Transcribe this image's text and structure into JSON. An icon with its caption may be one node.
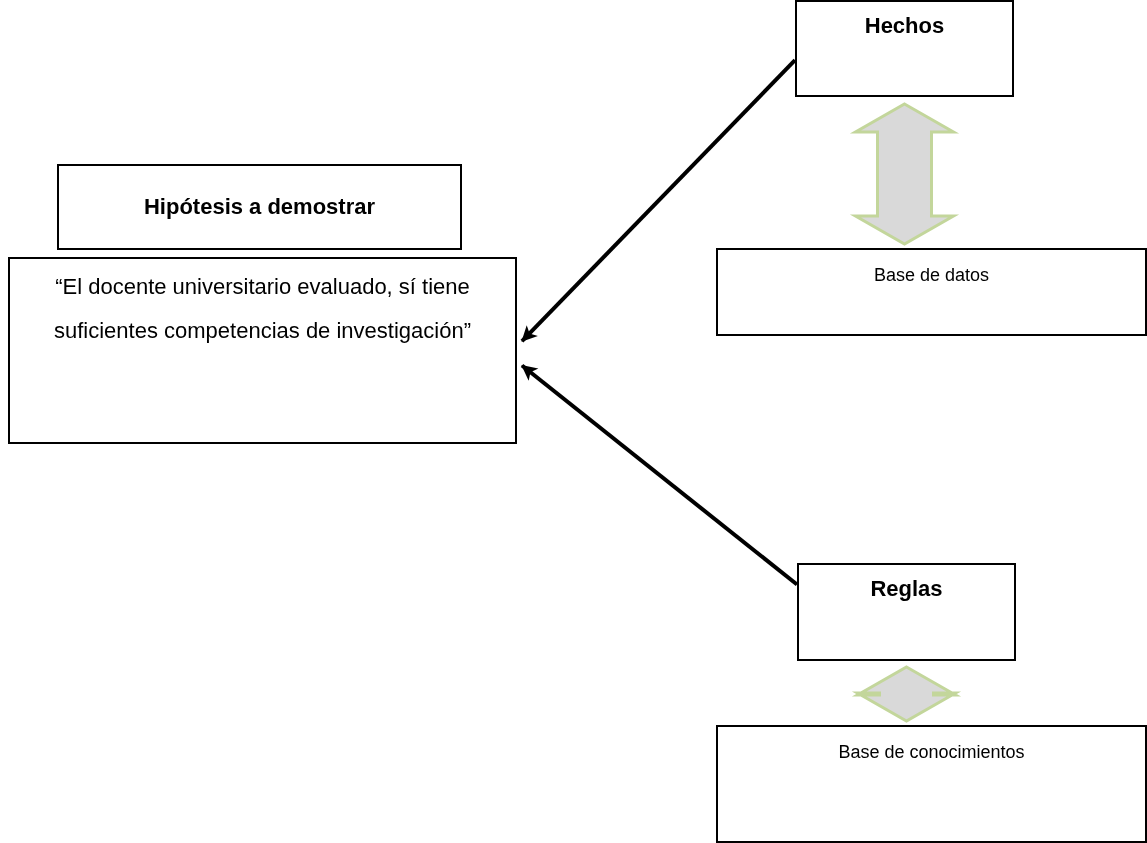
{
  "diagram": {
    "nodes": [
      {
        "text": [
          "Hipótesis a demostrar"
        ]
      },
      {
        "text": [
          "“El docente universitario evaluado, sí tiene suficientes competencias de investigación”"
        ]
      },
      {
        "text": [
          "Hechos"
        ]
      },
      {
        "text": [
          "Base de datos"
        ]
      },
      {
        "text": [
          "Reglas"
        ]
      },
      {
        "text": [
          "Base de conocimientos"
        ]
      }
    ],
    "edges": [
      {
        "from": 2,
        "to": 1,
        "arrow": "to"
      },
      {
        "from": 4,
        "to": 1,
        "arrow": "to"
      },
      {
        "from": 2,
        "to": 3,
        "arrow": "both",
        "style": "thick",
        "color": "#c3d69b"
      },
      {
        "from": 4,
        "to": 5,
        "arrow": "both",
        "style": "thick",
        "color": "#c3d69b"
      }
    ]
  }
}
